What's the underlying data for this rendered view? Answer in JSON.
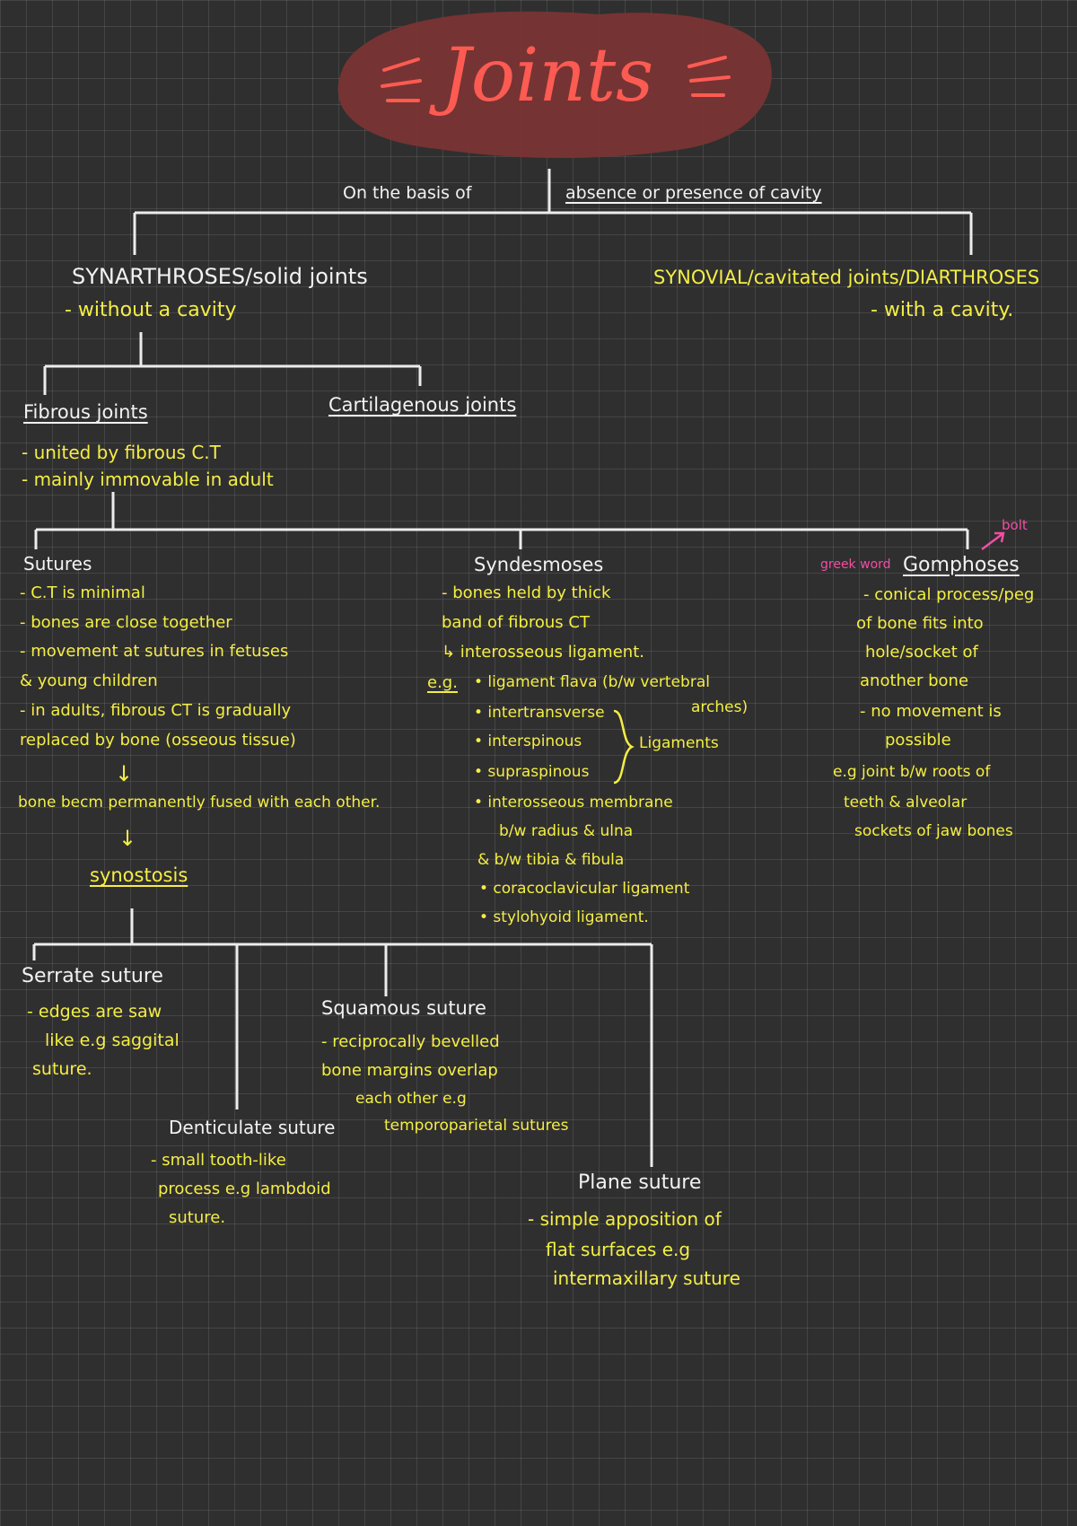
{
  "title": "Joints",
  "basis": {
    "left": "On the basis of",
    "right": "absence or presence of cavity"
  },
  "synarthroses": {
    "heading": "SYNARTHROSES/solid joints",
    "note": "- without a cavity"
  },
  "synovial": {
    "heading": "SYNOVIAL/cavitated joints/DIARTHROSES",
    "note": "- with a cavity."
  },
  "fibrous": {
    "heading": "Fibrous joints",
    "lines": [
      "- united by fibrous C.T",
      "- mainly immovable in adult"
    ]
  },
  "cartilagenous": {
    "heading": "Cartilagenous joints"
  },
  "sutures": {
    "heading": "Sutures",
    "lines": [
      "- C.T is minimal",
      "- bones are close together",
      "- movement at sutures in fetuses",
      "& young children",
      "- in adults, fibrous CT is gradually",
      "replaced by bone (osseous tissue)"
    ],
    "arrow": "↓",
    "fused": "bone becm permanently fused with each other.",
    "arrow2": "↓",
    "synostosis": "synostosis"
  },
  "syndesmoses": {
    "heading": "Syndesmoses",
    "lines": [
      "- bones held by thick",
      "band of fibrous CT",
      "↳ interosseous ligament."
    ],
    "eg": "e.g.",
    "examples": [
      "• ligament flava (b/w vertebral",
      "arches)",
      "• intertransverse",
      "• interspinous",
      "• supraspinous",
      "• interosseous membrane",
      "b/w radius & ulna",
      "& b/w tibia & fibula",
      "• coracoclavicular ligament",
      "• stylohyoid ligament."
    ],
    "ligaments": "Ligaments"
  },
  "gomphoses": {
    "heading": "Gomphoses",
    "greek": "greek word",
    "bolt": "bolt",
    "lines": [
      "- conical process/peg",
      "of bone fits into",
      "hole/socket of",
      "another bone",
      "- no movement is",
      "possible",
      "e.g joint b/w roots of",
      "teeth & alveolar",
      "sockets of jaw bones"
    ]
  },
  "serrate": {
    "heading": "Serrate suture",
    "lines": [
      "- edges are saw",
      "like e.g saggital",
      "suture."
    ]
  },
  "squamous": {
    "heading": "Squamous suture",
    "lines": [
      "- reciprocally bevelled",
      "bone margins overlap",
      "each other e.g",
      "temporoparietal sutures"
    ]
  },
  "denticulate": {
    "heading": "Denticulate suture",
    "lines": [
      "- small tooth-like",
      "process e.g lambdoid",
      "suture."
    ]
  },
  "plane": {
    "heading": "Plane suture",
    "lines": [
      "- simple apposition of",
      "flat surfaces e.g",
      "intermaxillary suture"
    ]
  },
  "colors": {
    "background": "#2f2f2f",
    "title": "#ff5b52",
    "title_blob": "#7a3434",
    "notes": "#f4ee45",
    "headings": "#f2f2f2",
    "accent": "#f04fa6"
  }
}
